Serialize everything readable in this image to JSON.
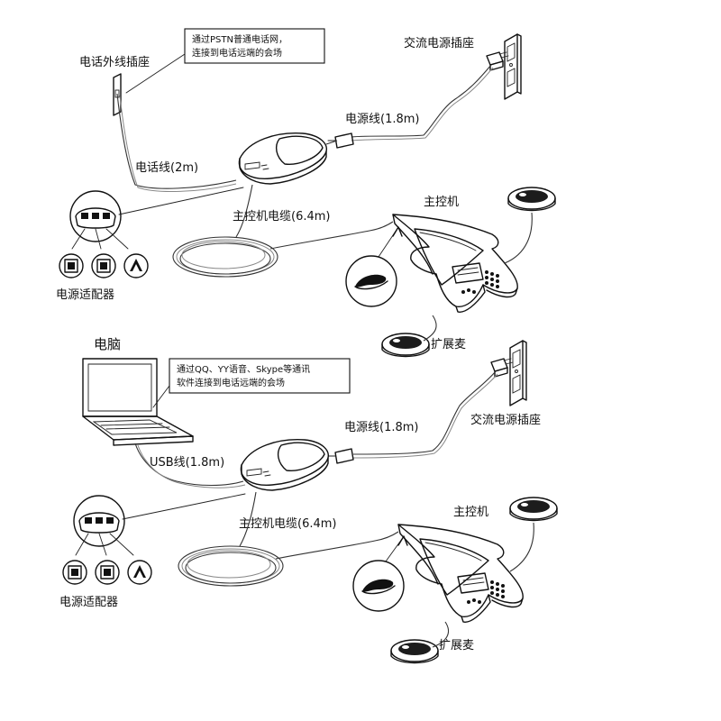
{
  "top": {
    "phone_jack_label": "电话外线插座",
    "note_line1": "通过PSTN普通电话网，",
    "note_line2": "连接到电话远端的会场",
    "ac_outlet_label": "交流电源插座",
    "power_cord_label": "电源线(1.8m)",
    "phone_cord_label": "电话线(2m)",
    "main_cable_label": "主控机电缆(6.4m)",
    "console_label": "主控机",
    "adapter_label": "电源适配器",
    "ext_mic_label": "扩展麦"
  },
  "bottom": {
    "computer_label": "电脑",
    "note_line1": "通过QQ、YY语音、Skype等通讯",
    "note_line2": "软件连接到电话远端的会场",
    "ac_outlet_label": "交流电源插座",
    "power_cord_label": "电源线(1.8m)",
    "usb_cord_label": "USB线(1.8m)",
    "main_cable_label": "主控机电缆(6.4m)",
    "console_label": "主控机",
    "adapter_label": "电源适配器",
    "ext_mic_label": "扩展麦"
  },
  "icons": {
    "port_a": "square-port-icon",
    "port_b": "square-port-icon",
    "port_c": "speaker-triangle-icon",
    "mute_button": "mute-button-icon"
  }
}
